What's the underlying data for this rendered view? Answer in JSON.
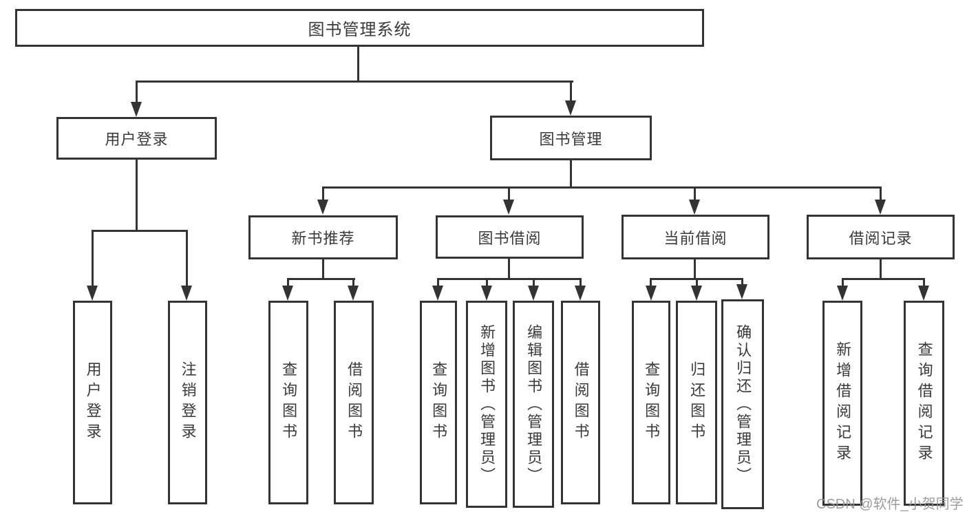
{
  "tree": {
    "root": {
      "label": "图书管理系统"
    },
    "branches": [
      {
        "label": "用户登录",
        "children": [
          {
            "label": "用户登录"
          },
          {
            "label": "注销登录"
          }
        ]
      },
      {
        "label": "图书管理",
        "children": [
          {
            "label": "新书推荐",
            "children": [
              {
                "label": "查询图书"
              },
              {
                "label": "借阅图书"
              }
            ]
          },
          {
            "label": "图书借阅",
            "children": [
              {
                "label": "查询图书"
              },
              {
                "label": "新增图书（管理员）"
              },
              {
                "label": "编辑图书（管理员）"
              },
              {
                "label": "借阅图书"
              }
            ]
          },
          {
            "label": "当前借阅",
            "children": [
              {
                "label": "查询图书"
              },
              {
                "label": "归还图书"
              },
              {
                "label": "确认归还（管理员）"
              }
            ]
          },
          {
            "label": "借阅记录",
            "children": [
              {
                "label": "新增借阅记录"
              },
              {
                "label": "查询借阅记录"
              }
            ]
          }
        ]
      }
    ]
  },
  "watermark": {
    "text": "CSDN @软件_小贺同学",
    "color": "#949494"
  },
  "colors": {
    "line": "#333333",
    "text": "#3a3a3a",
    "background": "#ffffff"
  }
}
